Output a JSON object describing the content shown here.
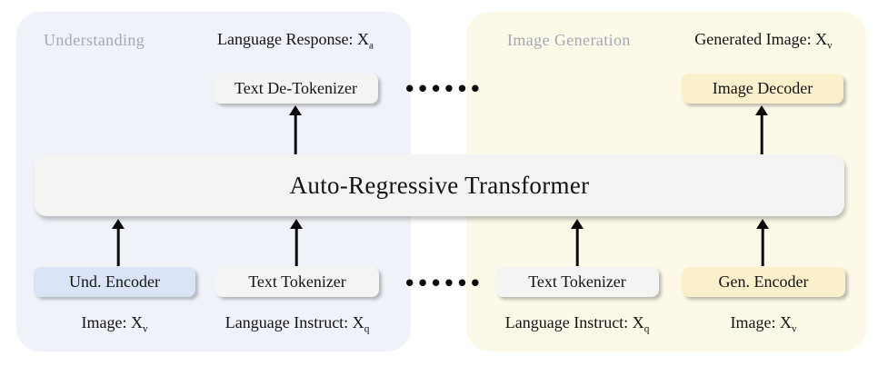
{
  "colors": {
    "left_panel_bg": "#eff2f9",
    "right_panel_bg": "#fcf9e8",
    "gray_box_bg": "#f4f4f2",
    "blue_box_bg": "#d9e5f7",
    "yellow_box_bg": "#fbf0cc",
    "text": "#131313",
    "caption_text": "#a3a8b0"
  },
  "transformer": {
    "label": "Auto-Regressive Transformer"
  },
  "ellipsis": {
    "top": "••••••",
    "bottom": "••••••"
  },
  "understanding": {
    "caption": "Understanding",
    "output": {
      "text": "Language Response: X",
      "sub": "a"
    },
    "detokenizer_label": "Text De-Tokenizer",
    "encoder_label": "Und. Encoder",
    "tokenizer_label": "Text Tokenizer",
    "image_input": {
      "text": "Image: X",
      "sub": "v"
    },
    "instruct_input": {
      "text": "Language Instruct: X",
      "sub": "q"
    }
  },
  "generation": {
    "caption": "Image Generation",
    "output": {
      "text": "Generated Image: X",
      "sub": "v"
    },
    "decoder_label": "Image Decoder",
    "tokenizer_label": "Text Tokenizer",
    "encoder_label": "Gen. Encoder",
    "instruct_input": {
      "text": "Language Instruct: X",
      "sub": "q"
    },
    "image_input": {
      "text": "Image: X",
      "sub": "v"
    }
  }
}
